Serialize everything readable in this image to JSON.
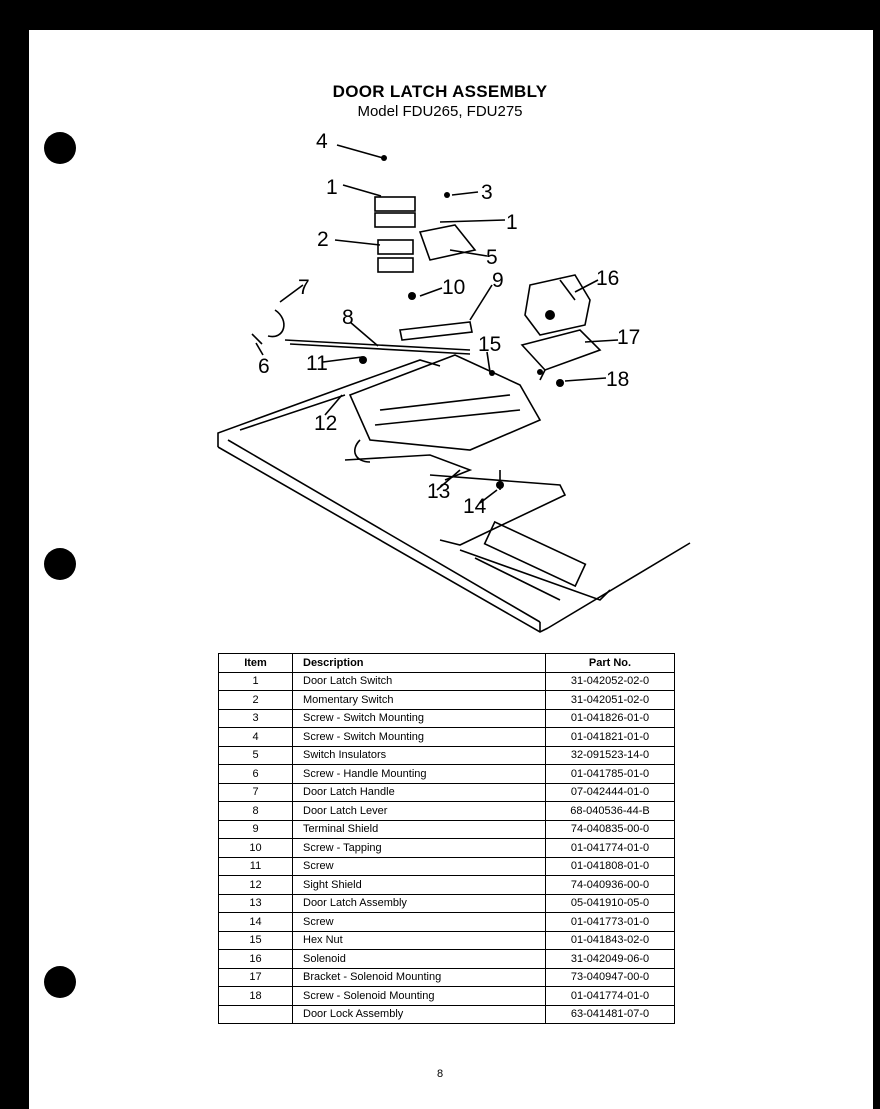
{
  "header": {
    "title": "DOOR LATCH ASSEMBLY",
    "subtitle": "Model FDU265, FDU275"
  },
  "callouts": [
    "4",
    "1",
    "3",
    "1",
    "2",
    "5",
    "10",
    "9",
    "16",
    "7",
    "8",
    "15",
    "17",
    "6",
    "11",
    "18",
    "12",
    "13",
    "14"
  ],
  "table": {
    "headers": {
      "item": "Item",
      "description": "Description",
      "part": "Part No."
    },
    "rows": [
      {
        "item": "1",
        "description": "Door Latch Switch",
        "part": "31-042052-02-0"
      },
      {
        "item": "2",
        "description": "Momentary Switch",
        "part": "31-042051-02-0"
      },
      {
        "item": "3",
        "description": "Screw - Switch Mounting",
        "part": "01-041826-01-0"
      },
      {
        "item": "4",
        "description": "Screw - Switch Mounting",
        "part": "01-041821-01-0"
      },
      {
        "item": "5",
        "description": "Switch Insulators",
        "part": "32-091523-14-0"
      },
      {
        "item": "6",
        "description": "Screw - Handle Mounting",
        "part": "01-041785-01-0"
      },
      {
        "item": "7",
        "description": "Door Latch Handle",
        "part": "07-042444-01-0"
      },
      {
        "item": "8",
        "description": "Door Latch Lever",
        "part": "68-040536-44-B"
      },
      {
        "item": "9",
        "description": "Terminal Shield",
        "part": "74-040835-00-0"
      },
      {
        "item": "10",
        "description": "Screw - Tapping",
        "part": "01-041774-01-0"
      },
      {
        "item": "11",
        "description": "Screw",
        "part": "01-041808-01-0"
      },
      {
        "item": "12",
        "description": "Sight Shield",
        "part": "74-040936-00-0"
      },
      {
        "item": "13",
        "description": "Door Latch Assembly",
        "part": "05-041910-05-0"
      },
      {
        "item": "14",
        "description": "Screw",
        "part": "01-041773-01-0"
      },
      {
        "item": "15",
        "description": "Hex Nut",
        "part": "01-041843-02-0"
      },
      {
        "item": "16",
        "description": "Solenoid",
        "part": "31-042049-06-0"
      },
      {
        "item": "17",
        "description": "Bracket - Solenoid Mounting",
        "part": "73-040947-00-0"
      },
      {
        "item": "18",
        "description": "Screw - Solenoid Mounting",
        "part": "01-041774-01-0"
      },
      {
        "item": "",
        "description": "Door Lock Assembly",
        "part": "63-041481-07-0"
      }
    ]
  },
  "footer": {
    "page_number": "8"
  }
}
